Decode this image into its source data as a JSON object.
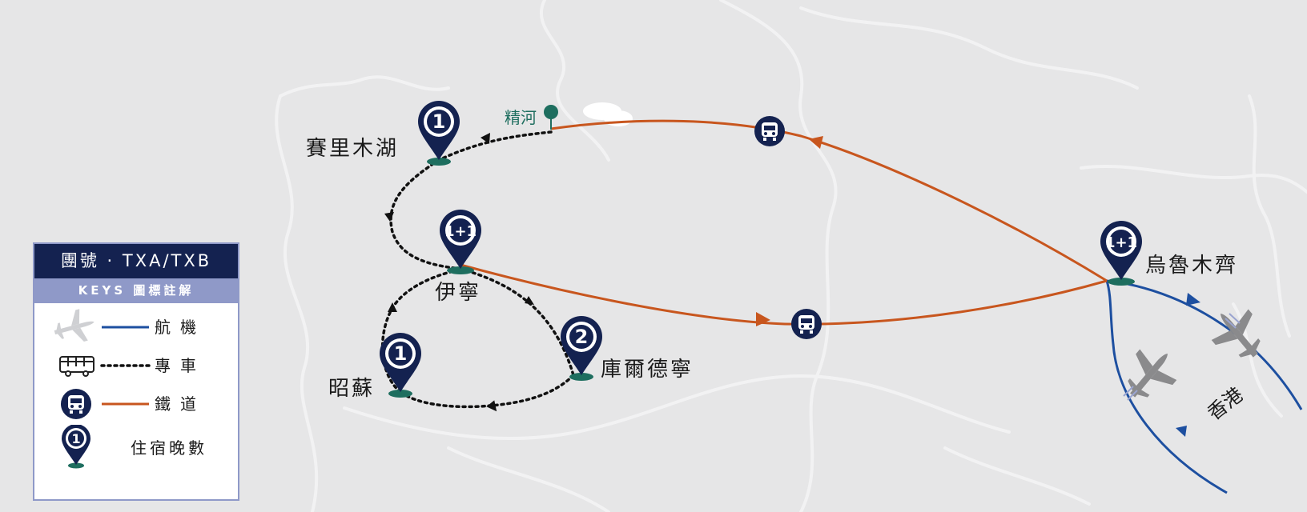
{
  "colors": {
    "navy": "#142250",
    "rail": "#c8561e",
    "flight": "#1d4fa0",
    "pin_base": "#1e6e5f",
    "legend_sub": "#8f99c8",
    "background": "#e6e6e7"
  },
  "stops": [
    {
      "name": "賽里木湖",
      "nights": "1"
    },
    {
      "name": "伊寧",
      "nights": "1+1"
    },
    {
      "name": "昭蘇",
      "nights": "1"
    },
    {
      "name": "庫爾德寧",
      "nights": "2"
    },
    {
      "name": "烏魯木齊",
      "nights": "1+1"
    }
  ],
  "waypoint": {
    "name": "精河",
    "icon": "tree-icon"
  },
  "origin": {
    "name": "香港"
  },
  "legend": {
    "title": "團號 · TXA/TXB",
    "subtitle": "KEYS 圖標註解",
    "items": [
      {
        "icon": "airplane-icon",
        "label": "航機",
        "line": "flight"
      },
      {
        "icon": "bus-icon",
        "label": "專車",
        "line": "dotted"
      },
      {
        "icon": "train-icon",
        "label": "鐵道",
        "line": "rail"
      },
      {
        "icon": "pin-icon",
        "pin_number": "1",
        "label": "住宿晚數"
      }
    ]
  }
}
